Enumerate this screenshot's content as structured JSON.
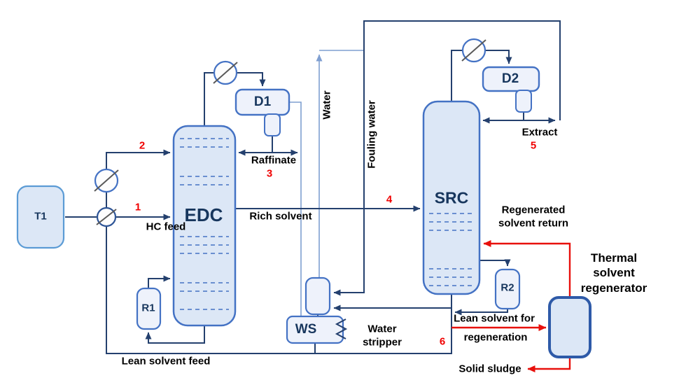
{
  "vessels": {
    "t1": {
      "label": "T1"
    },
    "edc": {
      "label": "EDC"
    },
    "d1": {
      "label": "D1"
    },
    "src": {
      "label": "SRC"
    },
    "d2": {
      "label": "D2"
    },
    "r1": {
      "label": "R1"
    },
    "r2": {
      "label": "R2"
    },
    "ws": {
      "label": "WS"
    }
  },
  "labels": {
    "hc_feed": "HC feed",
    "raffinate": "Raffinate",
    "rich_solvent": "Rich solvent",
    "water": "Water",
    "fouling_water": "Fouling water",
    "extract": "Extract",
    "regen_return_line1": "Regenerated",
    "regen_return_line2": "solvent return",
    "thermal_line1": "Thermal",
    "thermal_line2": "solvent",
    "thermal_line3": "regenerator",
    "lean_regen_line1": "Lean solvent for",
    "lean_regen_line2": "regeneration",
    "lean_feed": "Lean solvent feed",
    "solid_sludge": "Solid sludge",
    "ws_label_line1": "Water",
    "ws_label_line2": "stripper"
  },
  "stream_numbers": {
    "n1": "1",
    "n2": "2",
    "n3": "3",
    "n4": "4",
    "n5": "5",
    "n6": "6"
  },
  "colors": {
    "process_line": "#24406e",
    "utility_line": "#7f9fd1",
    "regeneration_line": "#e8100c",
    "vessel_fill": "#dce7f6",
    "vessel_stroke": "#4472c4",
    "vessel_label": "#17365d",
    "number_label": "#f00000"
  }
}
